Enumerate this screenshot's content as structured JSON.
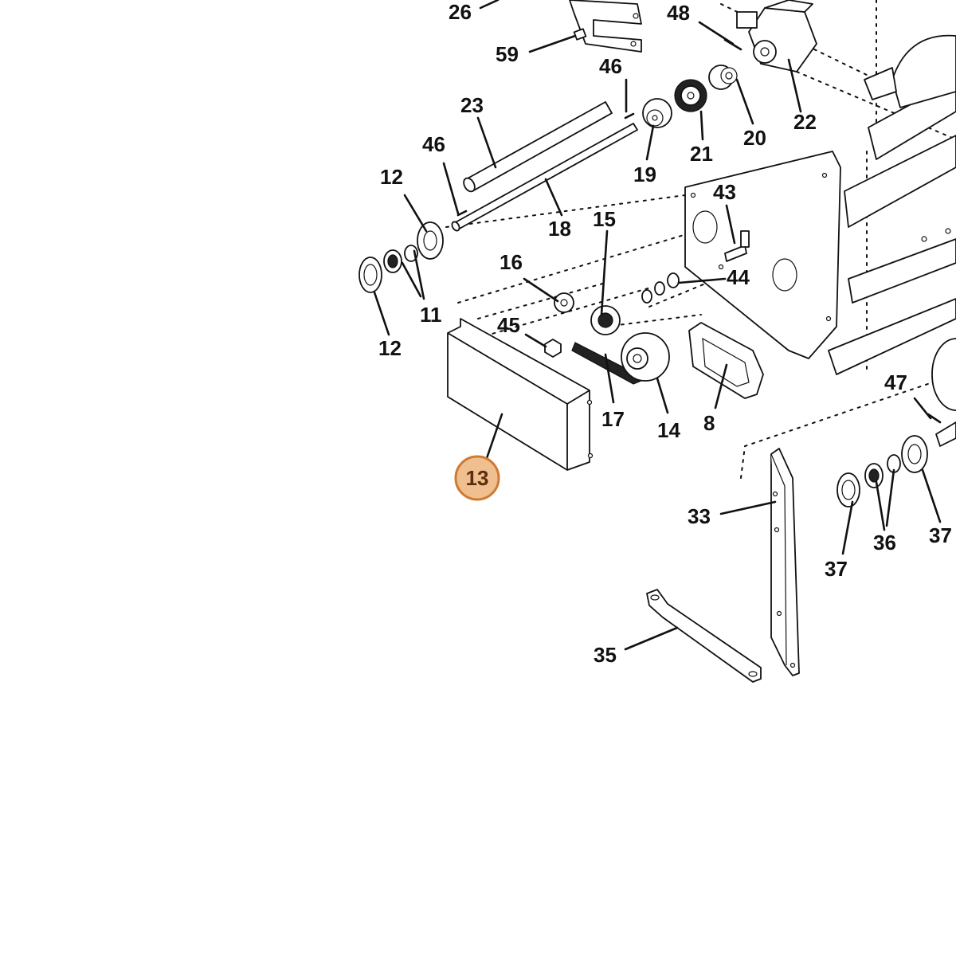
{
  "highlight": {
    "label": "13",
    "fill": "#f0bf8f",
    "stroke": "#cf7a32",
    "text_color": "#5a2d0c"
  },
  "callouts": {
    "c26": "26",
    "c48": "48",
    "c59": "59",
    "c46a": "46",
    "c23": "23",
    "c22": "22",
    "c21": "21",
    "c20": "20",
    "c19": "19",
    "c46b": "46",
    "c12a": "12",
    "c18": "18",
    "c43": "43",
    "c15": "15",
    "c16": "16",
    "c44": "44",
    "c11": "11",
    "c12b": "12",
    "c45": "45",
    "c17": "17",
    "c14": "14",
    "c8": "8",
    "c47": "47",
    "c33": "33",
    "c36": "36",
    "c37a": "37",
    "c37b": "37",
    "c35": "35"
  }
}
